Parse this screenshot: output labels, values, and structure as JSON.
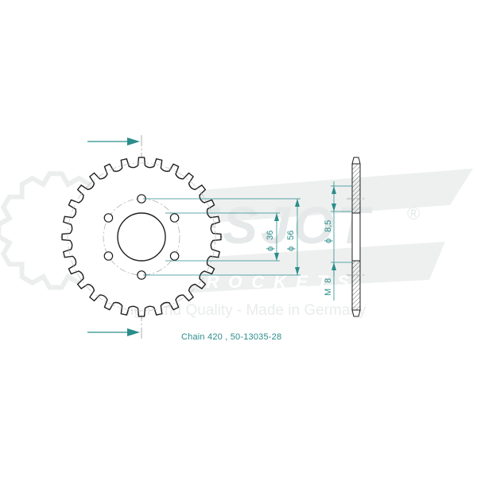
{
  "watermark": {
    "brand": "ESJOT",
    "registered": "®",
    "subline": "SPROCKETS",
    "slogan": "High End Quality - Made in Germany"
  },
  "sprocket": {
    "teeth": 28,
    "bolt_holes": 6
  },
  "dimensions": {
    "center_bore": "36",
    "bolt_circle": "56",
    "hole_dia": "8,5",
    "thread": "8",
    "diameter_symbol": "ϕ",
    "thread_symbol": "M"
  },
  "caption": "Chain 420 , 50-13035-28",
  "colors": {
    "line": "#1f1f1f",
    "accent": "#2a8d8a",
    "watermark": "#e9ecec",
    "hatch": "#6d6d6d"
  }
}
